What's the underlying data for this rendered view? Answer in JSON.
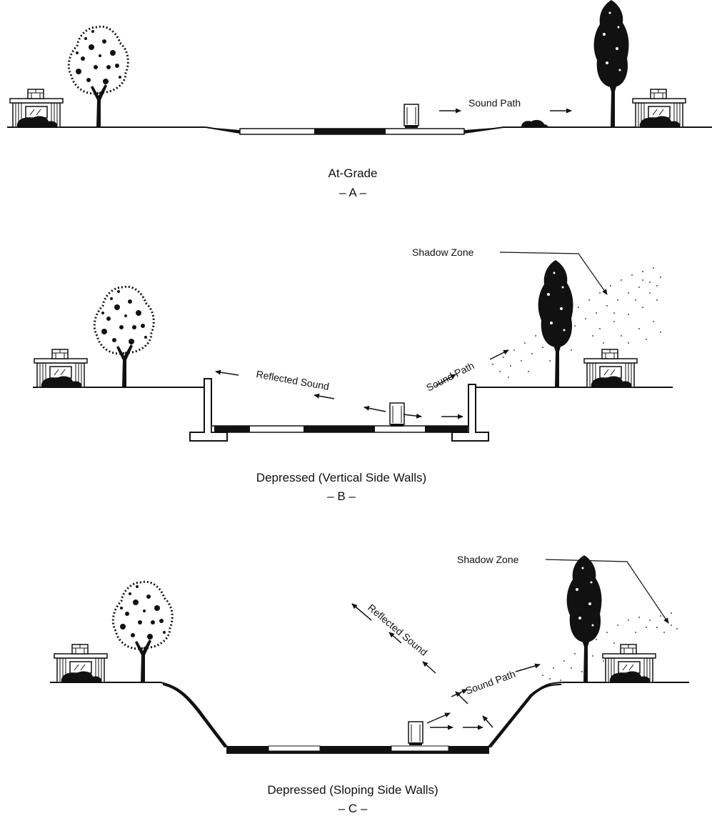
{
  "panels": [
    {
      "caption": "At-Grade",
      "letter": "– A –",
      "sound_path": "Sound Path"
    },
    {
      "caption": "Depressed (Vertical Side Walls)",
      "letter": "– B –",
      "sound_path": "Sound Path",
      "reflected_sound": "Reflected Sound",
      "shadow_zone": "Shadow Zone"
    },
    {
      "caption": "Depressed (Sloping Side Walls)",
      "letter": "– C –",
      "sound_path": "Sound Path",
      "reflected_sound": "Reflected Sound",
      "shadow_zone": "Shadow Zone"
    }
  ],
  "icons": [
    "house-icon",
    "tree-icon",
    "truck-icon",
    "shrub-icon",
    "arrow-icon"
  ],
  "colors": {
    "ink": "#111111",
    "background": "#ffffff"
  }
}
